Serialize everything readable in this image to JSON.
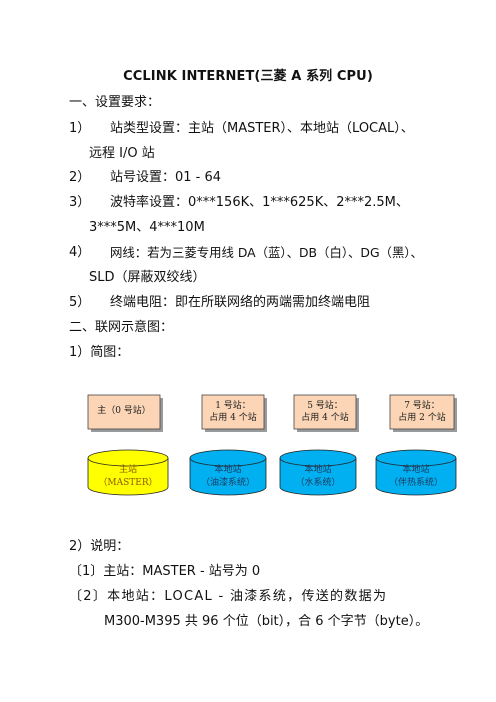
{
  "title": "CCLINK INTERNET(三菱 A 系列 CPU)",
  "section1": {
    "heading": "一、设置要求：",
    "items": [
      {
        "num": "1）",
        "text": "站类型设置：主站（MASTER）、本地站（LOCAL）、",
        "cont": "远程 I/O 站"
      },
      {
        "num": "2）",
        "text": "站号设置：01 - 64"
      },
      {
        "num": "3）",
        "text": "波特率设置：0***156K、1***625K、2***2.5M、",
        "cont": "3***5M、4***10M"
      },
      {
        "num": "4）",
        "text": "网线：若为三菱专用线 DA（蓝）、DB（白）、DG（黑）、",
        "cont": "SLD（屏蔽双绞线）"
      },
      {
        "num": "5）",
        "text": "终端电阻：即在所联网络的两端需加终端电阻"
      }
    ]
  },
  "section2": {
    "heading": "二、联网示意图：",
    "sub1": "1）简图："
  },
  "diagram": {
    "boxes": [
      {
        "line1": "主（0 号站）",
        "line2": ""
      },
      {
        "line1": "1 号站：",
        "line2": "占用 4 个站"
      },
      {
        "line1": "5 号站：",
        "line2": "占用 4 个站"
      },
      {
        "line1": "7 号站：",
        "line2": "占用 2 个站"
      }
    ],
    "cylinders": [
      {
        "line1": "主站",
        "line2": "（MASTER）",
        "color": "#ffff00"
      },
      {
        "line1": "本地站",
        "line2": "（油漆系统）",
        "color": "#00b0f0"
      },
      {
        "line1": "本地站",
        "line2": "（水系统）",
        "color": "#00b0f0"
      },
      {
        "line1": "本地站",
        "line2": "（伴热系统）",
        "color": "#00b0f0"
      }
    ],
    "box_fill": "#fbd5b5",
    "label_color_master": "#8b5a00",
    "label_color_local": "#1f3a60"
  },
  "explain": {
    "heading": "2）说明：",
    "items": [
      {
        "text": "〔1〕主站：MASTER - 站号为 0"
      },
      {
        "text": "〔2〕本地站：LOCAL - 油漆系统，传送的数据为",
        "cont": "M300-M395 共 96 个位（bit），合 6 个字节（byte）。"
      }
    ]
  }
}
